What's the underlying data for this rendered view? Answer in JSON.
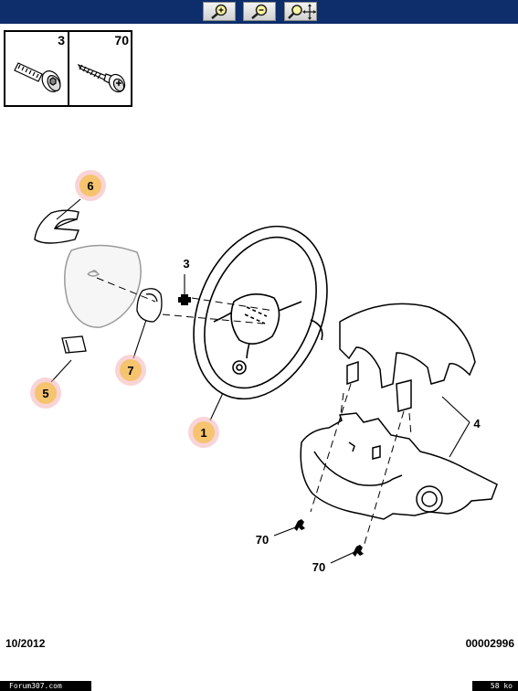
{
  "parts_box": {
    "left_number": "3",
    "right_number": "70"
  },
  "callouts": {
    "c6": "6",
    "c3": "3",
    "c7": "7",
    "c5": "5",
    "c1": "1",
    "c4": "4",
    "c70a": "70",
    "c70b": "70"
  },
  "footer": {
    "date": "10/2012",
    "ref": "00002996"
  },
  "statusbar": {
    "site": "Forum307.com",
    "size": "58 ko"
  },
  "colors": {
    "toolbar_bg": "#0d2d6b",
    "callout_fill": "#f6c36f",
    "callout_halo": "#f2a0a8"
  },
  "icons": [
    "zoom-in-icon",
    "zoom-out-icon",
    "zoom-pan-icon"
  ]
}
